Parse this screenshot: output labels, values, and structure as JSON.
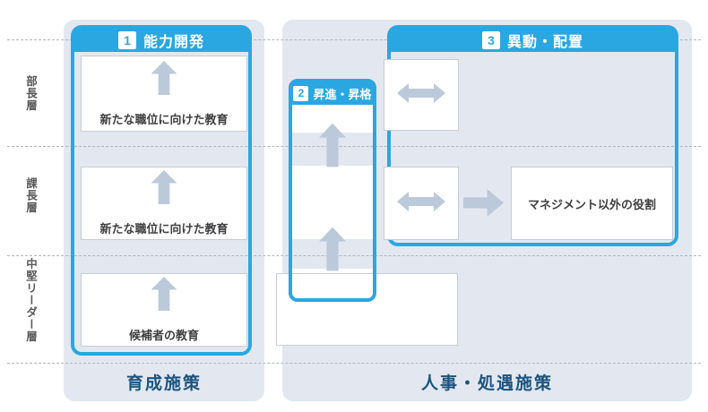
{
  "diagram": {
    "row_labels": [
      {
        "label": "部長層"
      },
      {
        "label": "課長層"
      },
      {
        "label": "中堅リーダー層"
      }
    ],
    "panels": {
      "development": {
        "badge": "1",
        "title": "能力開発",
        "boxes": [
          {
            "label": "新たな職位に向けた教育"
          },
          {
            "label": "新たな職位に向けた教育"
          },
          {
            "label": "候補者の教育"
          }
        ]
      },
      "promotion": {
        "badge": "2",
        "title": "昇進・昇格"
      },
      "transfer": {
        "badge": "3",
        "title": "異動・配置",
        "role_box_label": "マネジメント以外の役割"
      }
    },
    "footers": {
      "left": "育成施策",
      "right": "人事・処遇施策"
    },
    "icons": {
      "up-arrow": "solid upward block arrow",
      "left-right-arrow": "solid horizontal double-headed block arrow",
      "right-arrow": "solid rightward block arrow"
    },
    "colors": {
      "accent_blue": "#2aa7e1",
      "panel_background": "#e3e8f0",
      "arrow_fill": "#bcc9da",
      "footer_text": "#1b5480",
      "row_label_text": "#595959",
      "box_text": "#3f3f3f",
      "dash_line": "#b2b6bb"
    }
  }
}
